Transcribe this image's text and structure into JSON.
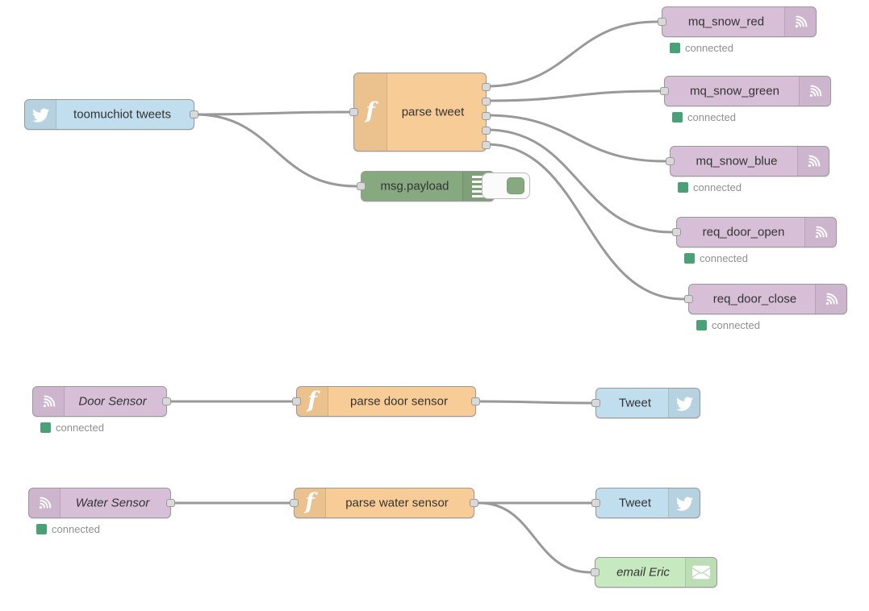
{
  "app": {
    "name": "Node-RED flow editor canvas"
  },
  "palette_colors": {
    "twitter_node": "#C0DEED",
    "function_node": "#F8CC96",
    "debug_node": "#87A980",
    "mqtt_node": "#D8BFD8",
    "email_node": "#C7E9C0",
    "wire": "#999999",
    "status_connected_dot": "#4AA178",
    "status_text": "#8f8f8f"
  },
  "nodes": {
    "twitter_in": {
      "label": "toomuchiot tweets",
      "icon": "twitter-bird-icon"
    },
    "parse_tweet": {
      "label": "parse tweet",
      "icon": "function-f-icon",
      "outputs": 5
    },
    "debug_payload": {
      "label": "msg.payload",
      "icon": "debug-list-icon"
    },
    "mq_snow_red": {
      "label": "mq_snow_red",
      "icon": "bridge-signal-icon",
      "status": "connected"
    },
    "mq_snow_green": {
      "label": "mq_snow_green",
      "icon": "bridge-signal-icon",
      "status": "connected"
    },
    "mq_snow_blue": {
      "label": "mq_snow_blue",
      "icon": "bridge-signal-icon",
      "status": "connected"
    },
    "req_door_open": {
      "label": "req_door_open",
      "icon": "bridge-signal-icon",
      "status": "connected"
    },
    "req_door_close": {
      "label": "req_door_close",
      "icon": "bridge-signal-icon",
      "status": "connected"
    },
    "door_sensor": {
      "label": "Door Sensor",
      "icon": "bridge-signal-icon",
      "status": "connected"
    },
    "parse_door": {
      "label": "parse door sensor",
      "icon": "function-f-icon"
    },
    "tweet_door": {
      "label": "Tweet",
      "icon": "twitter-bird-icon"
    },
    "water_sensor": {
      "label": "Water Sensor",
      "icon": "bridge-signal-icon",
      "status": "connected"
    },
    "parse_water": {
      "label": "parse water sensor",
      "icon": "function-f-icon"
    },
    "tweet_water": {
      "label": "Tweet",
      "icon": "twitter-bird-icon"
    },
    "email_eric": {
      "label": "email Eric",
      "icon": "envelope-icon"
    }
  },
  "connections": [
    {
      "from": "twitter_in",
      "to": "parse_tweet"
    },
    {
      "from": "twitter_in",
      "to": "debug_payload"
    },
    {
      "from": "parse_tweet",
      "output": 1,
      "to": "mq_snow_red"
    },
    {
      "from": "parse_tweet",
      "output": 2,
      "to": "mq_snow_green"
    },
    {
      "from": "parse_tweet",
      "output": 3,
      "to": "mq_snow_blue"
    },
    {
      "from": "parse_tweet",
      "output": 4,
      "to": "req_door_open"
    },
    {
      "from": "parse_tweet",
      "output": 5,
      "to": "req_door_close"
    },
    {
      "from": "door_sensor",
      "to": "parse_door"
    },
    {
      "from": "parse_door",
      "to": "tweet_door"
    },
    {
      "from": "water_sensor",
      "to": "parse_water"
    },
    {
      "from": "parse_water",
      "to": "tweet_water"
    },
    {
      "from": "parse_water",
      "to": "email_eric"
    }
  ]
}
